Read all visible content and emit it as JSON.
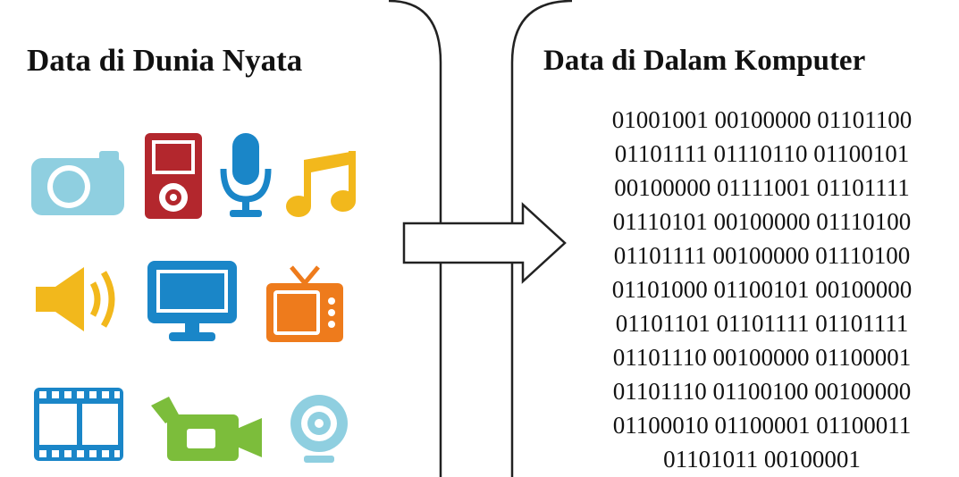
{
  "left": {
    "title": "Data di Dunia Nyata",
    "icons": [
      "camera-icon",
      "mp3-player-icon",
      "microphone-icon",
      "music-note-icon",
      "speaker-icon",
      "monitor-icon",
      "television-icon",
      "film-strip-icon",
      "video-camera-icon",
      "webcam-icon"
    ]
  },
  "right": {
    "title": "Data di Dalam Komputer",
    "binary_lines": [
      "01001001 00100000 01101100",
      "01101111 01110110 01100101",
      "00100000 01111001 01101111",
      "01110101 00100000 01110100",
      "01101111 00100000 01110100",
      "01101000 01100101 00100000",
      "01101101 01101111 01101111",
      "01101110 00100000 01100001",
      "01101110 01100100 00100000",
      "01100010 01100001 01100011",
      "01101011 00100001"
    ]
  },
  "colors": {
    "blue": "#1a86c8",
    "light_blue": "#8fcfe0",
    "red": "#b3272d",
    "orange": "#ee7b1c",
    "yellow": "#f2b81c",
    "green": "#7cbd3b"
  }
}
